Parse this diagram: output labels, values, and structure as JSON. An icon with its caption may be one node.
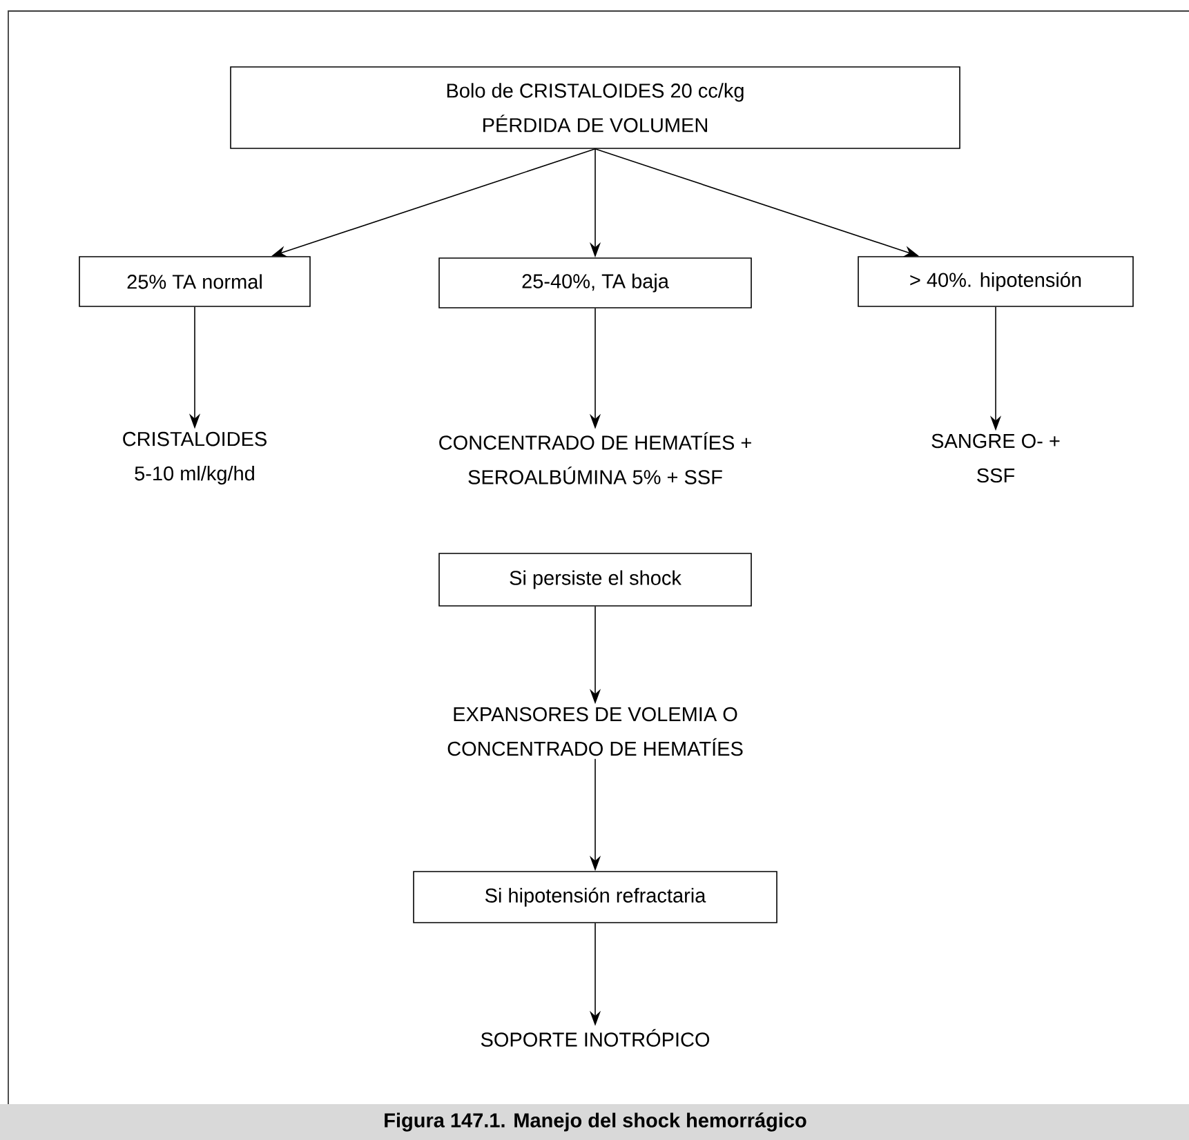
{
  "diagram": {
    "caption": "Figura 147.1. Manejo del shock hemorrágico",
    "nodes": [
      {
        "text": [
          "Bolo de CRISTALOIDES 20 cc/kg",
          "PÉRDIDA DE VOLUMEN"
        ]
      },
      {
        "text": [
          "25% TA normal"
        ]
      },
      {
        "text": [
          "25-40%, TA baja"
        ]
      },
      {
        "text": [
          "> 40%. hipotensión"
        ]
      },
      {
        "text": [
          "CRISTALOIDES 5-10 ml/kg/hd"
        ]
      },
      {
        "text": [
          "CONCENTRADO DE HEMATÍES + SEROALBÚMINA 5% + SSF"
        ]
      },
      {
        "text": [
          "SANGRE O- + SSF"
        ]
      },
      {
        "text": [
          "Si persiste el shock"
        ]
      },
      {
        "text": [
          "EXPANSORES DE VOLEMIA O CONCENTRADO DE HEMATÍES"
        ]
      },
      {
        "text": [
          "Si hipotensión refractaria"
        ]
      },
      {
        "text": [
          "SOPORTE INOTRÓPICO"
        ]
      }
    ],
    "edges": [
      {
        "from": 0,
        "to": 1,
        "arrow": "to"
      },
      {
        "from": 0,
        "to": 2,
        "arrow": "to"
      },
      {
        "from": 0,
        "to": 3,
        "arrow": "to"
      },
      {
        "from": 1,
        "to": 4,
        "arrow": "to"
      },
      {
        "from": 2,
        "to": 5,
        "arrow": "to"
      },
      {
        "from": 3,
        "to": 6,
        "arrow": "to"
      },
      {
        "from": 7,
        "to": 8,
        "arrow": "to"
      },
      {
        "from": 8,
        "to": 9,
        "arrow": "to"
      },
      {
        "from": 9,
        "to": 10,
        "arrow": "to"
      }
    ]
  }
}
